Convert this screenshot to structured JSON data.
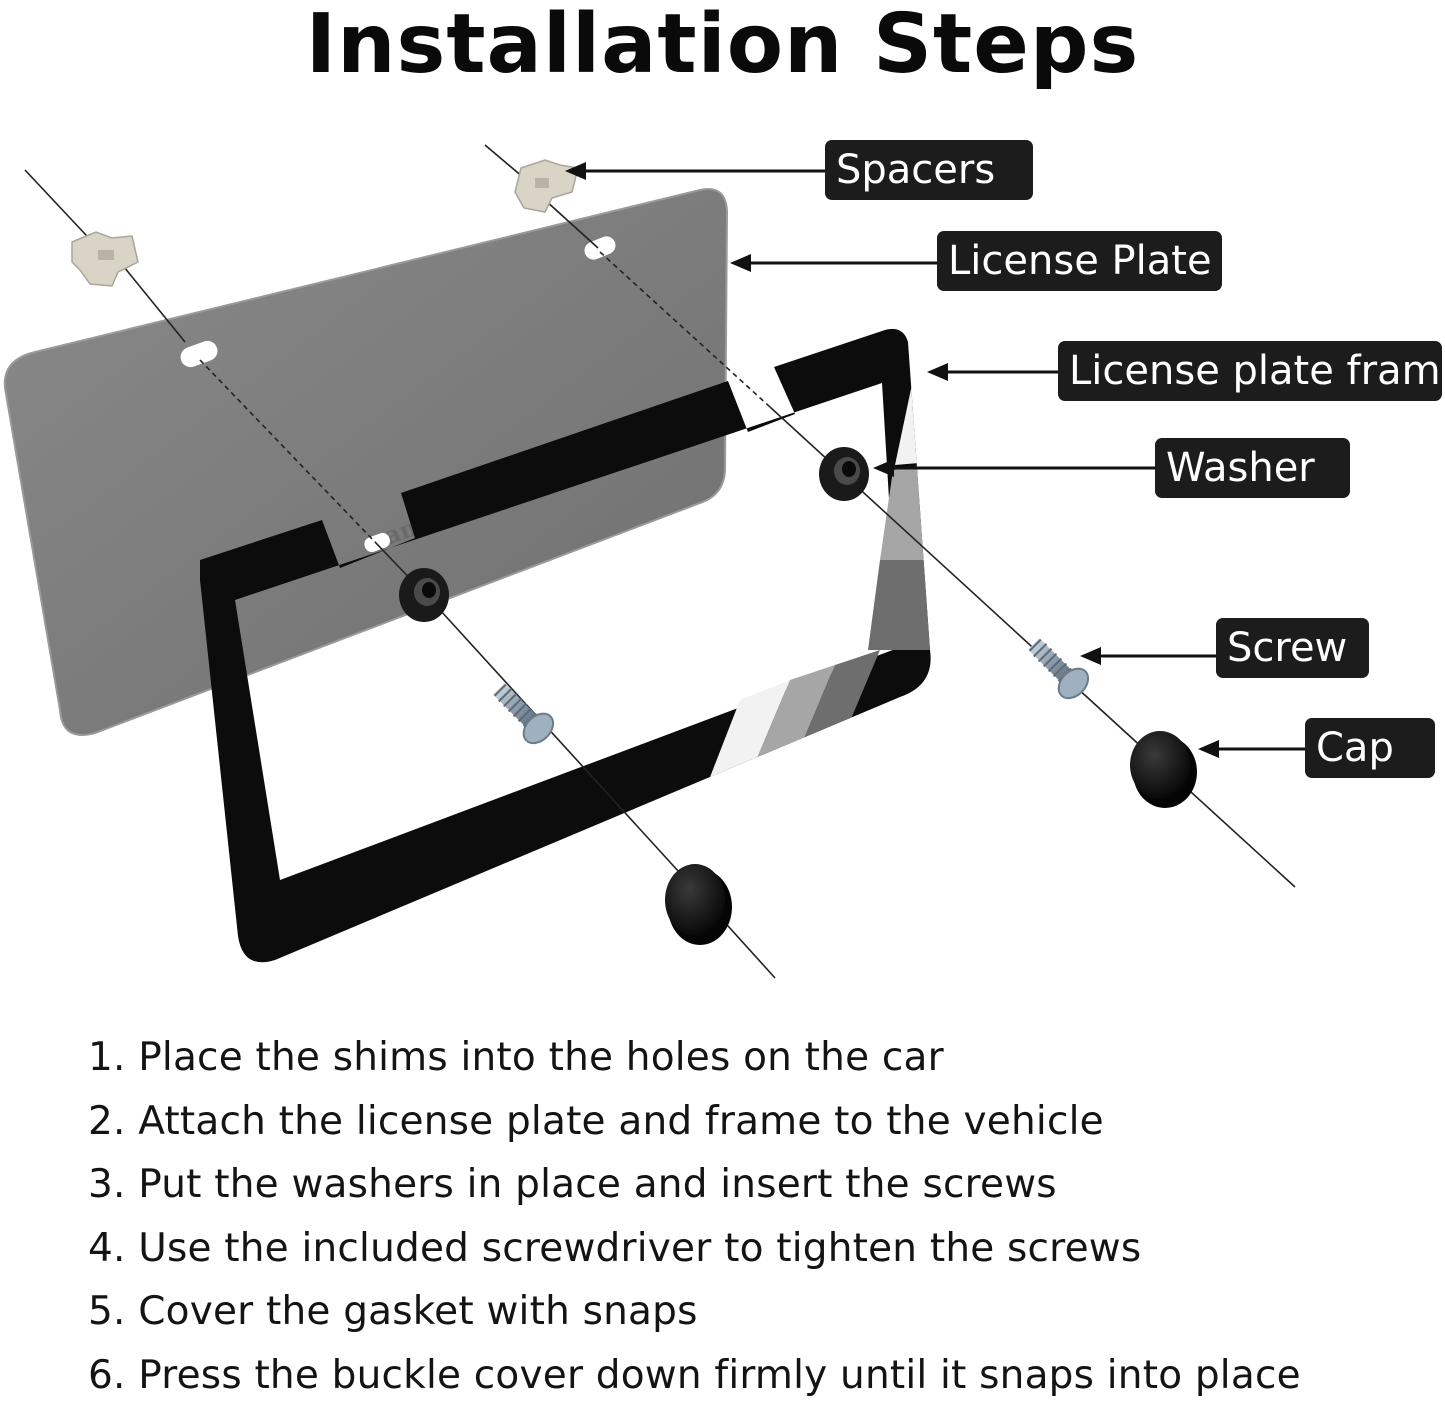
{
  "title": "Installation Steps",
  "watermark": "amlkibo",
  "labels": {
    "spacers": "Spacers",
    "license_plate": "License Plate",
    "license_plate_frame": "License plate frame",
    "washer": "Washer",
    "screw": "Screw",
    "cap": "Cap"
  },
  "steps": [
    "1. Place the shims into the holes on the car",
    "2. Attach the license plate and frame to the vehicle",
    "3. Put the washers in place and insert the screws",
    "4. Use the included screwdriver to tighten the screws",
    "5. Cover the gasket with snaps",
    "6. Press the buckle cover down firmly until it snaps into place"
  ],
  "colors": {
    "plate": "#7d7d7d",
    "frame": "#0c0c0c",
    "callout_bg": "#1c1c1c",
    "callout_text": "#ffffff",
    "stripe_white": "#f2f2f2",
    "stripe_light": "#a6a6a6",
    "stripe_mid": "#6e6e6e",
    "spacer": "#d9d4c6",
    "screw": "#9fb0c0"
  }
}
